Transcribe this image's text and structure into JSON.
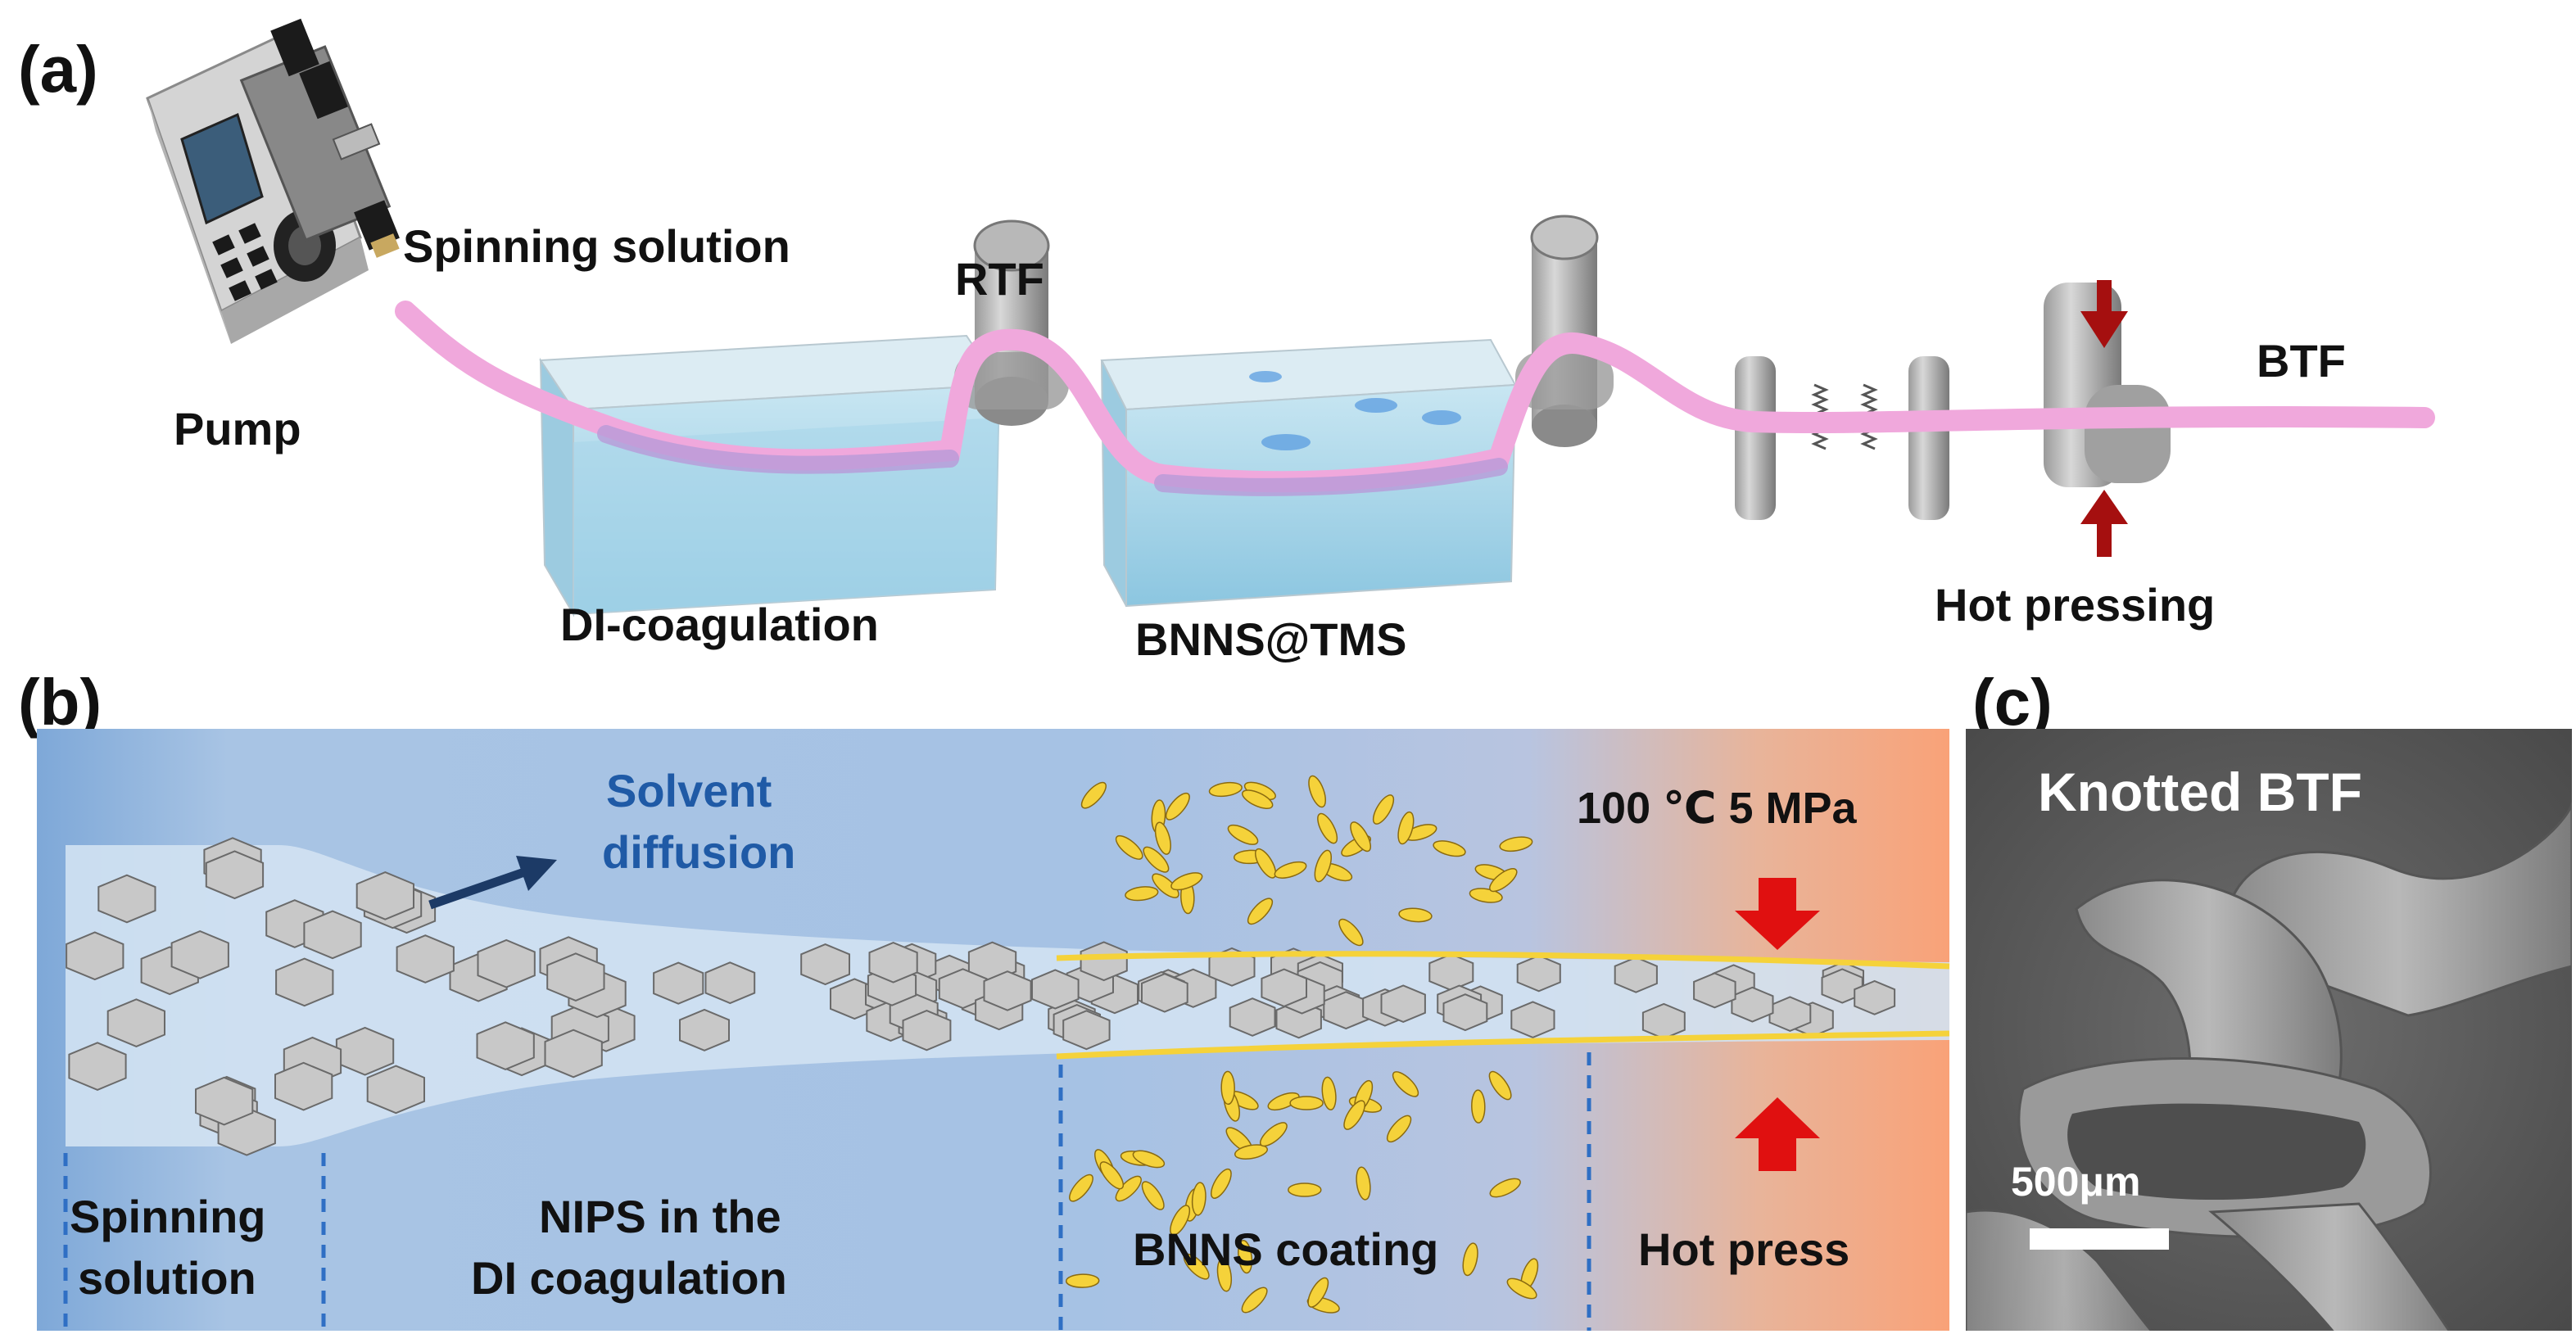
{
  "panel_a": {
    "label": "(a)",
    "pump": "Pump",
    "spinning_solution": "Spinning solution",
    "rtf": "RTF",
    "di_coagulation": "DI-coagulation",
    "bnns_tms": "BNNS@TMS",
    "btf": "BTF",
    "hot_pressing": "Hot pressing"
  },
  "panel_b": {
    "label": "(b)",
    "solvent_line1": "Solvent",
    "solvent_line2": "diffusion",
    "conditions": "100 ℃ 5 MPa",
    "stage1_line1": "Spinning",
    "stage1_line2": "solution",
    "stage2_line1": "NIPS in the",
    "stage2_line2": "DI coagulation",
    "stage3": "BNNS coating",
    "stage4": "Hot press"
  },
  "panel_c": {
    "label": "(c)",
    "title": "Knotted BTF",
    "scale": "500μm"
  },
  "colors": {
    "fiber": "#f0a8dc",
    "water": "#a8d6ea",
    "arrow_red": "#e01010",
    "arrow_dark_red": "#a50f0f",
    "text_blue": "#1f5aa6",
    "bnns_yellow": "#f5d23a"
  }
}
